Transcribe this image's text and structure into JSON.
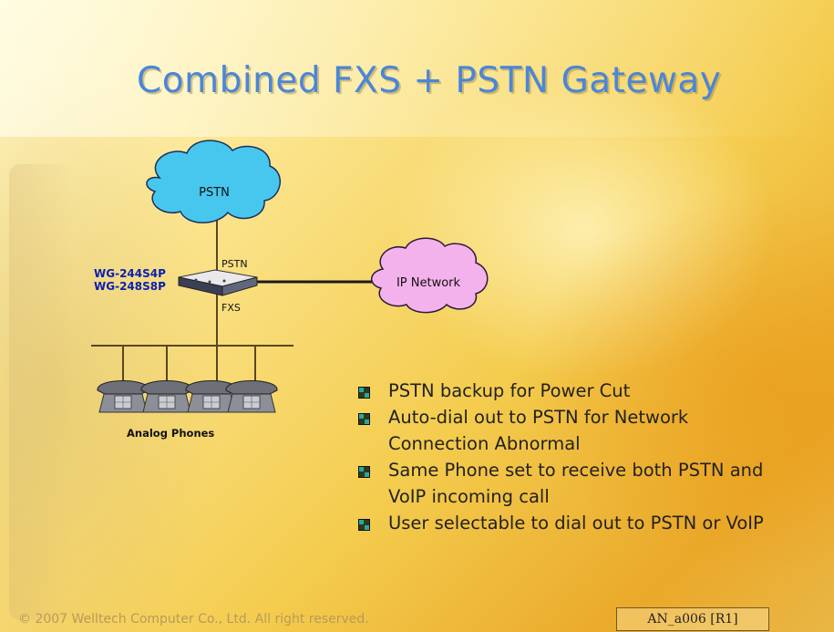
{
  "slide": {
    "title": "Combined FXS + PSTN Gateway",
    "copyright": "© 2007 Welltech Computer Co., Ltd. All right reserved.",
    "doc_id": "AN_a006 [R1]"
  },
  "diagram": {
    "pstn_cloud_label": "PSTN",
    "ip_cloud_label": "IP Network",
    "device_models": [
      "WG-244S4P",
      "WG-248S8P"
    ],
    "pstn_link_label": "PSTN",
    "fxs_link_label": "FXS",
    "phones_label": "Analog Phones",
    "phone_count": 4,
    "colors": {
      "pstn_cloud": "#47c7ee",
      "ip_cloud": "#f4b2ec",
      "model_text": "#0b1fb0",
      "lines": "#5a4620"
    }
  },
  "bullets": [
    "PSTN backup for Power Cut",
    "Auto-dial out to PSTN for Network Connection Abnormal",
    "Same Phone set to receive both PSTN and VoIP incoming call",
    "User selectable to dial out to PSTN or VoIP"
  ]
}
